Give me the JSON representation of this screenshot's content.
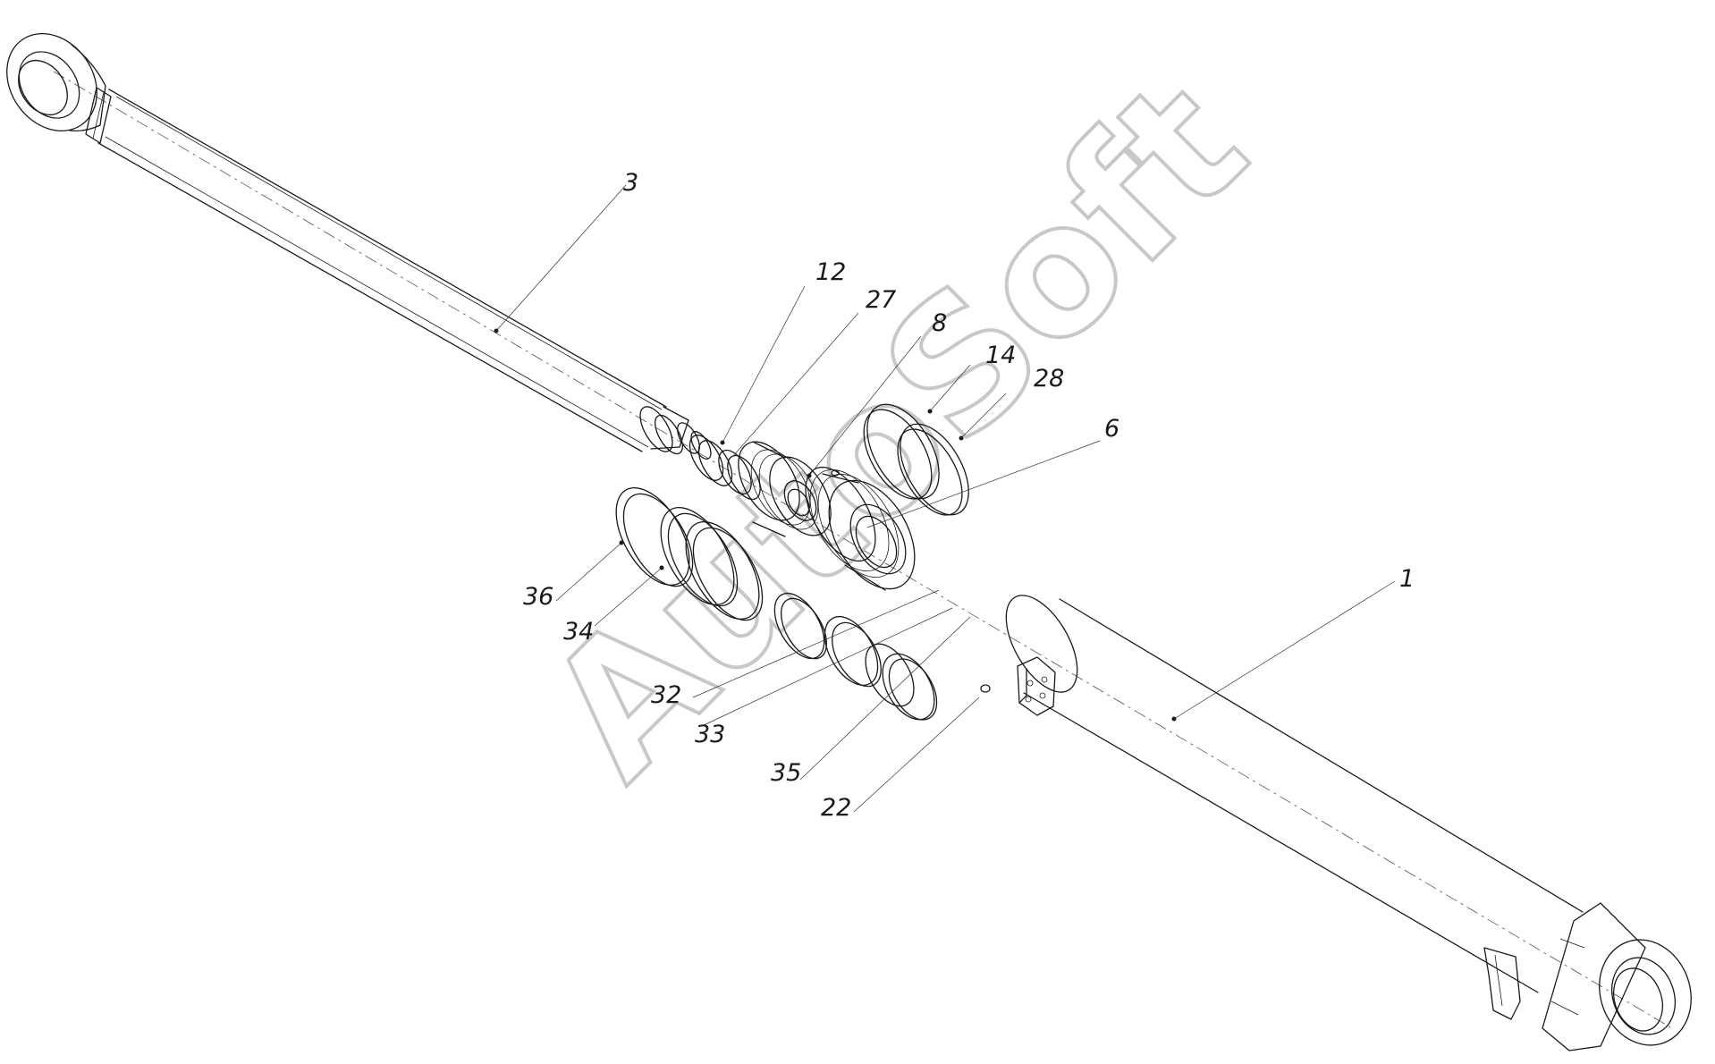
{
  "watermark": "AutoSoft",
  "callouts": {
    "p1": "1",
    "p3": "3",
    "p6": "6",
    "p8": "8",
    "p12": "12",
    "p14": "14",
    "p22": "22",
    "p27": "27",
    "p28": "28",
    "p32": "32",
    "p33": "33",
    "p34": "34",
    "p35": "35",
    "p36": "36"
  }
}
